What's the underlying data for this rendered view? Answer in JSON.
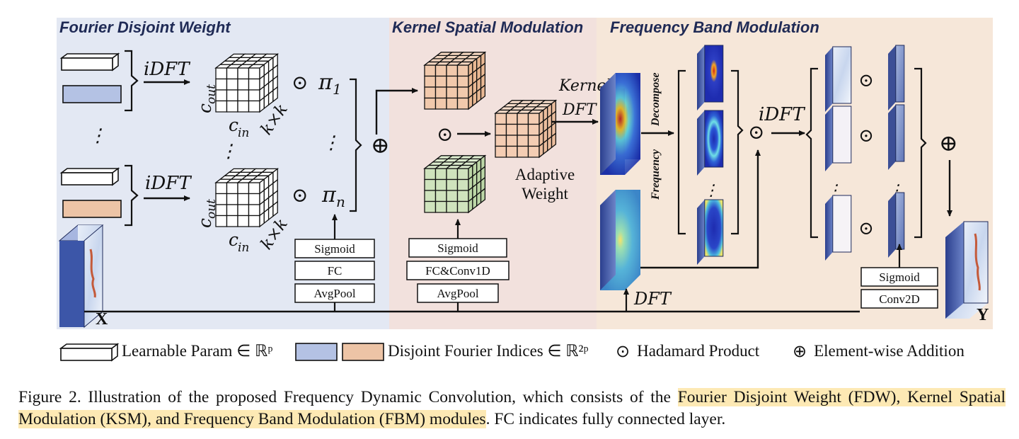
{
  "sections": {
    "fdw": "Fourier Disjoint Weight",
    "ksm": "Kernel Spatial Modulation",
    "fbm": "Frequency Band Modulation"
  },
  "fdw": {
    "idft": "iDFT",
    "cout": "c",
    "cout_sub": "out",
    "cin": "c",
    "cin_sub": "in",
    "kxk": "k×k",
    "odot": "⊙",
    "pi1": "π",
    "pi1_sub": "1",
    "pin": "π",
    "pin_sub": "n",
    "vdots": "⋮",
    "oplus": "⊕",
    "x_label": "X",
    "boxes": [
      "Sigmoid",
      "FC",
      "AvgPool"
    ]
  },
  "ksm": {
    "boxes": [
      "Sigmoid",
      "FC&Conv1D",
      "AvgPool"
    ],
    "adaptive1": "Adaptive",
    "adaptive2": "Weight",
    "kernel": "Kernel",
    "dft": "DFT"
  },
  "fbm": {
    "frequency": "Frequency",
    "decompose": "Decompose",
    "idft": "iDFT",
    "dft": "DFT",
    "oplus": "⊕",
    "y_label": "Y",
    "boxes": [
      "Sigmoid",
      "Conv2D"
    ]
  },
  "legend": {
    "learnable": "Learnable Param ∈ ℝᵖ",
    "disjoint": "Disjoint Fourier Indices ∈ ℝ²ᵖ",
    "hadamard": "Hadamard Product",
    "addition": "Element-wise Addition",
    "odot": "⊙",
    "oplus": "⊕"
  },
  "caption": {
    "part1": "Figure 2.  Illustration of the proposed Frequency Dynamic Convolution, which consists of the ",
    "highlight": "Fourier Disjoint Weight (FDW), Kernel Spatial Modulation (KSM), and Frequency Band Modulation (FBM) modules",
    "part2": ". FC indicates fully connected layer."
  },
  "colors": {
    "fdw_bg": "#e3e8f3",
    "ksm_bg": "#f2e1dd",
    "fbm_bg": "#f6e7d9",
    "blue_param": "#b4c2e4",
    "orange_param": "#edc4a6",
    "green_cube": "#cfe3bd",
    "orange_cube": "#f1c9ac"
  }
}
